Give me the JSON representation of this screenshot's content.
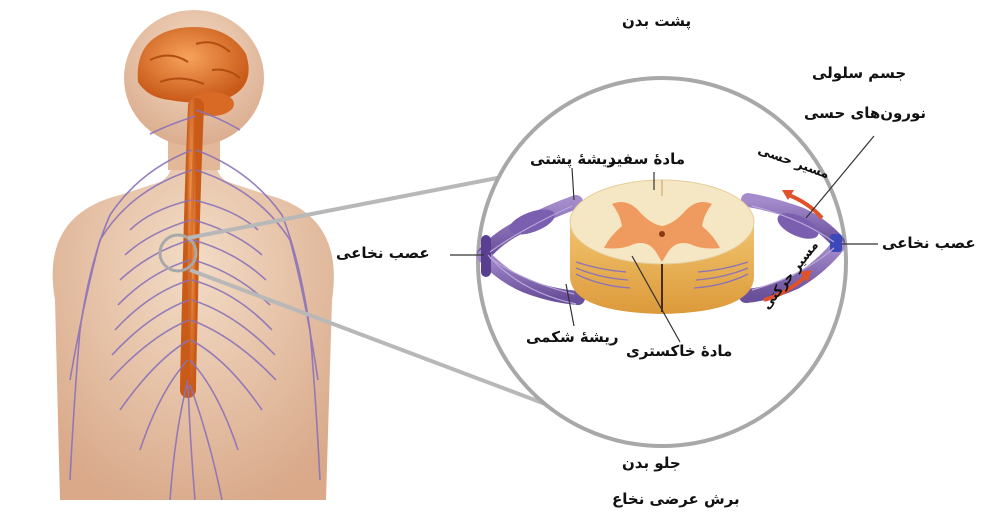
{
  "labels": {
    "top": "پشت بدن",
    "bottom": "جلو بدن",
    "caption": "برش عرضی نخاع",
    "cell_body": "جسم سلولی",
    "sensory_neurons": "نورون‌های حسی",
    "white_matter": "مادهٔ سفید",
    "dorsal_root": "ریشهٔ پشتی",
    "spinal_nerve_left": "عصب نخاعی",
    "spinal_nerve_right": "عصب نخاعی",
    "ventral_root": "ریشهٔ شکمی",
    "gray_matter": "مادهٔ خاکستری",
    "sensory_path": "مسیر حسی",
    "motor_path": "مسیر حرکتی"
  },
  "colors": {
    "skin": "#e9c7a9",
    "spine": "#e07a2c",
    "brain": "#e8803a",
    "nerve": "#8b73b8",
    "white_matter": "#f6e7c4",
    "gray_matter": "#ef9a5f",
    "arrow": "#e0522a"
  }
}
